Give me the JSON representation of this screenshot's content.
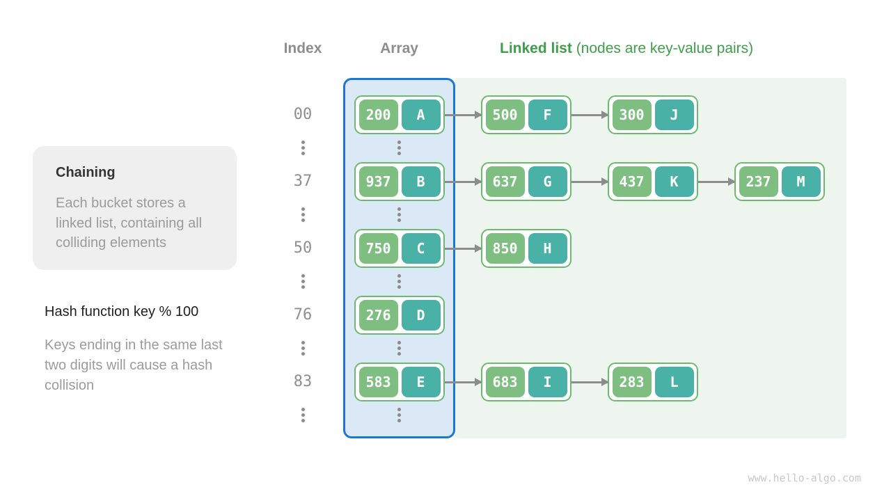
{
  "header": {
    "index_label": "Index",
    "array_label": "Array",
    "linked_list_label": "Linked list",
    "linked_list_note": " (nodes are key-value pairs)"
  },
  "sidebar": {
    "card_title": "Chaining",
    "card_body": "Each bucket stores a linked list, containing all colliding elements",
    "hash_function_label": "Hash function key % 100",
    "hash_note": "Keys ending in the same last two digits will cause a hash collision"
  },
  "diagram": {
    "rows": [
      {
        "index": "00",
        "nodes": [
          {
            "key": "200",
            "value": "A"
          },
          {
            "key": "500",
            "value": "F"
          },
          {
            "key": "300",
            "value": "J"
          }
        ]
      },
      {
        "index": "37",
        "nodes": [
          {
            "key": "937",
            "value": "B"
          },
          {
            "key": "637",
            "value": "G"
          },
          {
            "key": "437",
            "value": "K"
          },
          {
            "key": "237",
            "value": "M"
          }
        ]
      },
      {
        "index": "50",
        "nodes": [
          {
            "key": "750",
            "value": "C"
          },
          {
            "key": "850",
            "value": "H"
          }
        ]
      },
      {
        "index": "76",
        "nodes": [
          {
            "key": "276",
            "value": "D"
          }
        ]
      },
      {
        "index": "83",
        "nodes": [
          {
            "key": "583",
            "value": "E"
          },
          {
            "key": "683",
            "value": "I"
          },
          {
            "key": "283",
            "value": "L"
          }
        ]
      }
    ]
  },
  "footer": {
    "watermark": "www.hello-algo.com"
  },
  "colors": {
    "green-header": "#3f9e4a",
    "key-green": "#7ebe80",
    "val-teal": "#49b1a6",
    "node-border": "#6abb6e",
    "array-bg": "#dbe9f7",
    "array-border": "#1a78d2",
    "list-bg": "#eef5ee",
    "arrow-gray": "#8c8c8c",
    "gray-text": "#8e8e8e",
    "card-bg": "#efefef",
    "muted-text": "#9b9b9b",
    "dark-text": "#1f1f1f",
    "watermark": "#c8c8c8"
  }
}
